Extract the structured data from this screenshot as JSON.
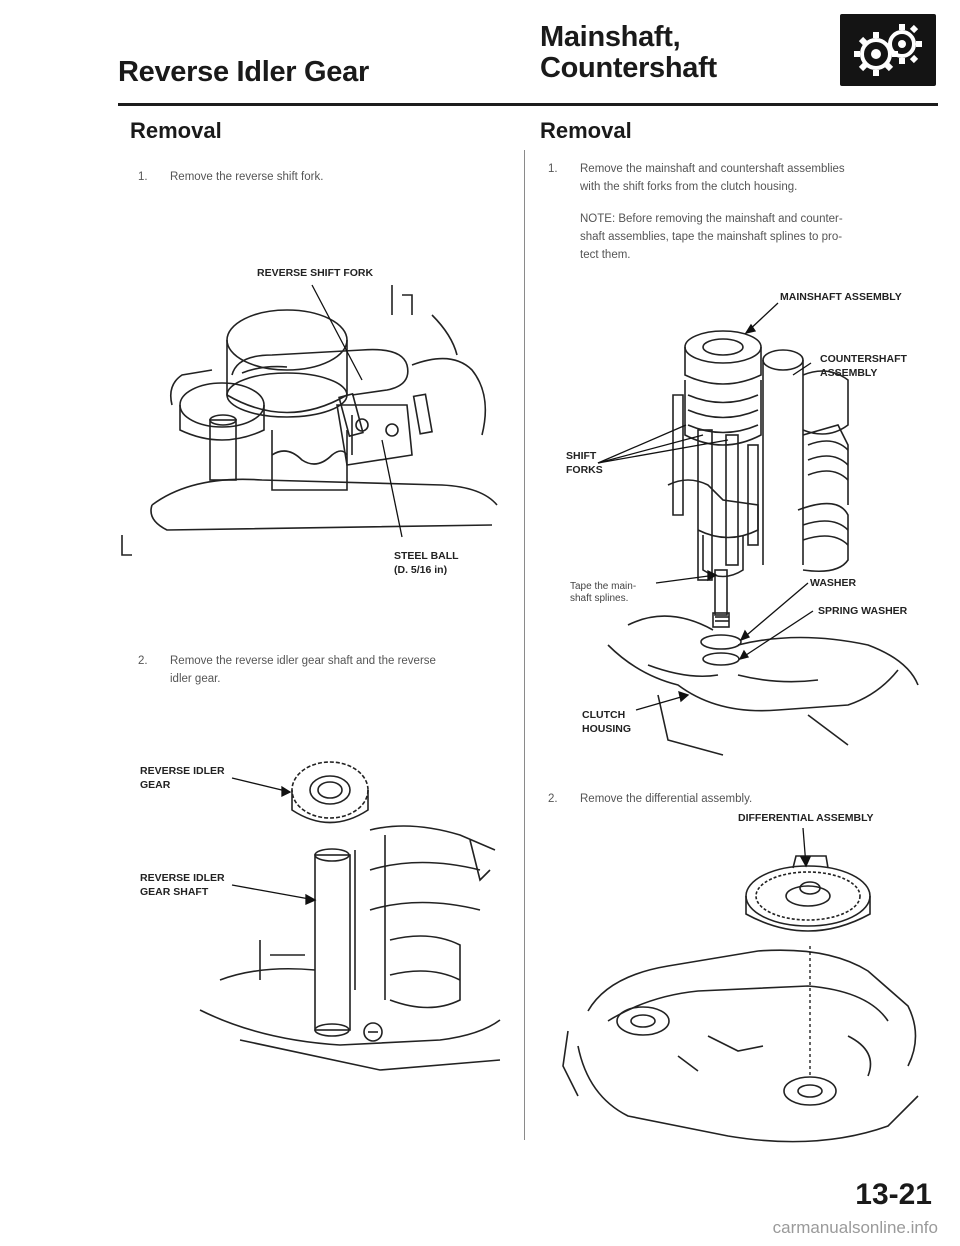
{
  "header": {
    "left_title": "Reverse Idler Gear",
    "right_title_line1": "Mainshaft,",
    "right_title_line2": "Countershaft"
  },
  "left": {
    "heading": "Removal",
    "step1_num": "1.",
    "step1_text": "Remove the reverse shift fork.",
    "fig1_labels": {
      "shift_fork": "REVERSE SHIFT FORK",
      "steel_ball_1": "STEEL BALL",
      "steel_ball_2": "(D. 5/16 in)"
    },
    "step2_num": "2.",
    "step2_line1": "Remove the reverse idler gear shaft and the reverse",
    "step2_line2": "idler gear.",
    "fig2_labels": {
      "idler_gear_1": "REVERSE IDLER",
      "idler_gear_2": "GEAR",
      "idler_shaft_1": "REVERSE IDLER",
      "idler_shaft_2": "GEAR SHAFT"
    }
  },
  "right": {
    "heading": "Removal",
    "step1_num": "1.",
    "step1_line1": "Remove the mainshaft and countershaft assemblies",
    "step1_line2": "with the shift forks from the clutch housing.",
    "note_line1": "NOTE:  Before removing the mainshaft and counter-",
    "note_line2": "shaft assemblies, tape the mainshaft splines to pro-",
    "note_line3": "tect them.",
    "fig3_labels": {
      "mainshaft": "MAINSHAFT ASSEMBLY",
      "countershaft_1": "COUNTERSHAFT",
      "countershaft_2": "ASSEMBLY",
      "shift_forks_1": "SHIFT",
      "shift_forks_2": "FORKS",
      "tape_1": "Tape the main-",
      "tape_2": "shaft splines.",
      "washer": "WASHER",
      "spring_washer": "SPRING WASHER",
      "clutch_1": "CLUTCH",
      "clutch_2": "HOUSING"
    },
    "step2_num": "2.",
    "step2_text": "Remove the differential assembly.",
    "fig4_labels": {
      "differential": "DIFFERENTIAL ASSEMBLY"
    }
  },
  "footer": {
    "page_number": "13-21",
    "watermark": "carmanualsonline.info"
  }
}
